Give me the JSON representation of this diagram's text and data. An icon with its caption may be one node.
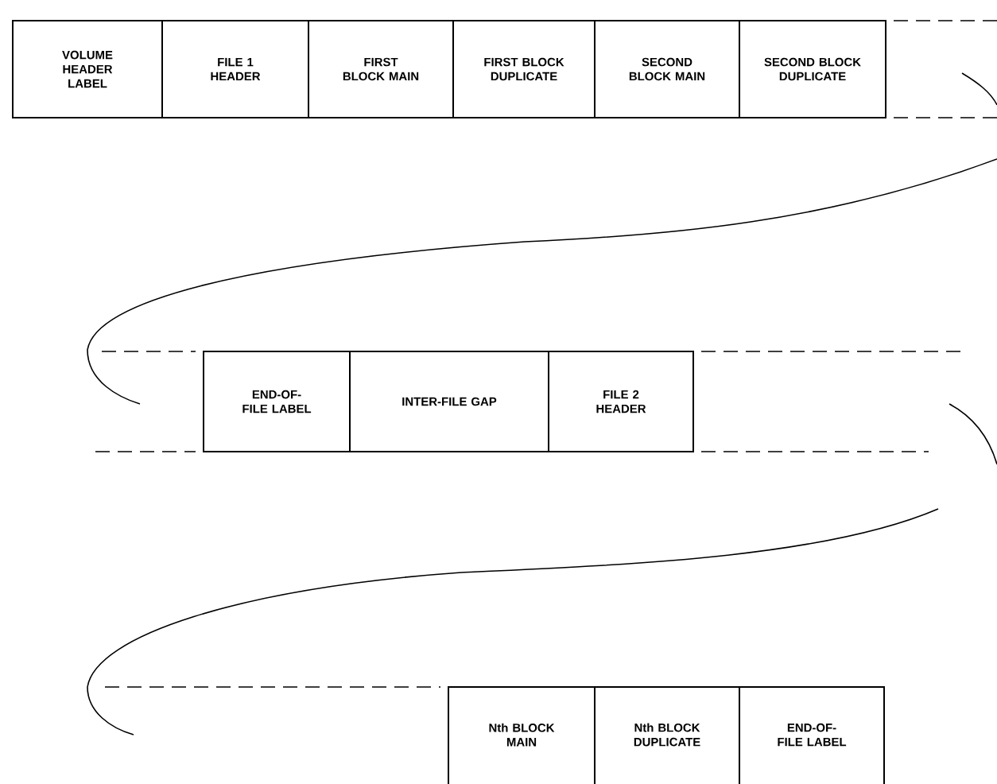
{
  "diagram": {
    "nodes": [
      {
        "text": [
          "VOLUME HEADER LABEL"
        ]
      },
      {
        "text": [
          "FILE 1 HEADER"
        ]
      },
      {
        "text": [
          "FIRST BLOCK MAIN"
        ]
      },
      {
        "text": [
          "FIRST BLOCK DUPLICATE"
        ]
      },
      {
        "text": [
          "SECOND BLOCK MAIN"
        ]
      },
      {
        "text": [
          "SECOND BLOCK DUPLICATE"
        ]
      },
      {
        "text": [
          "END-OF-FILE LABEL"
        ]
      },
      {
        "text": [
          "INTER-FILE GAP"
        ]
      },
      {
        "text": [
          "FILE 2 HEADER"
        ]
      },
      {
        "text": [
          "Nth BLOCK MAIN"
        ]
      },
      {
        "text": [
          "Nth BLOCK DUPLICATE"
        ]
      },
      {
        "text": [
          "END-OF-FILE LABEL"
        ]
      }
    ]
  }
}
